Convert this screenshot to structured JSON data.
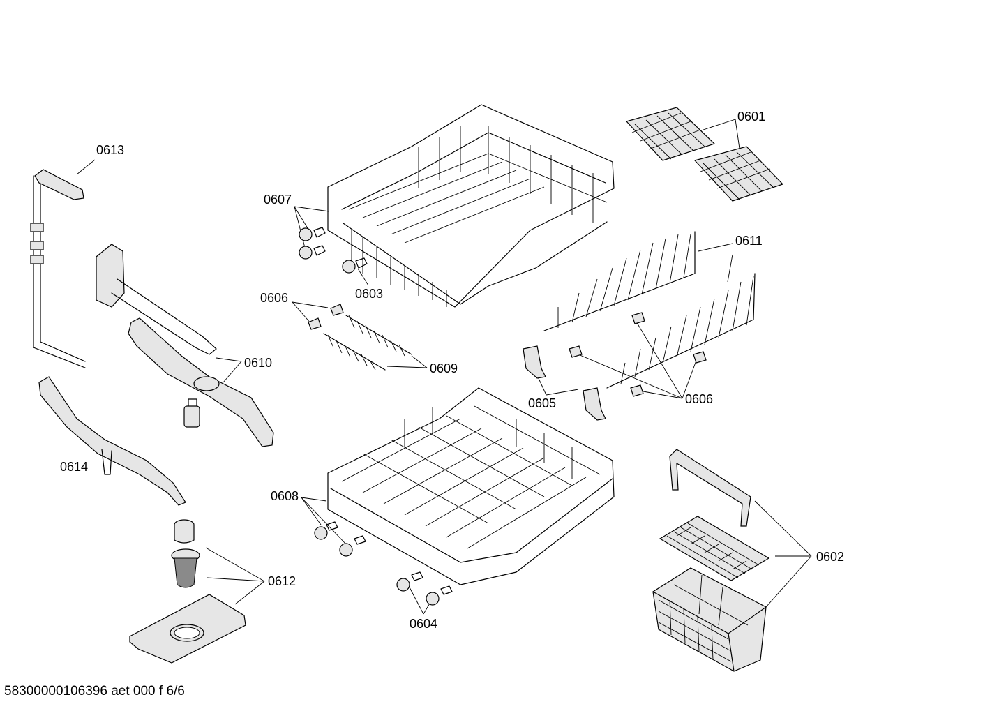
{
  "labels": {
    "p0601": "0601",
    "p0602": "0602",
    "p0603": "0603",
    "p0604": "0604",
    "p0605": "0605",
    "p0606a": "0606",
    "p0606b": "0606",
    "p0607": "0607",
    "p0608": "0608",
    "p0609": "0609",
    "p0610": "0610",
    "p0611": "0611",
    "p0612": "0612",
    "p0613": "0613",
    "p0614": "0614"
  },
  "footer": "58300000106396 aet 000 f 6/6"
}
